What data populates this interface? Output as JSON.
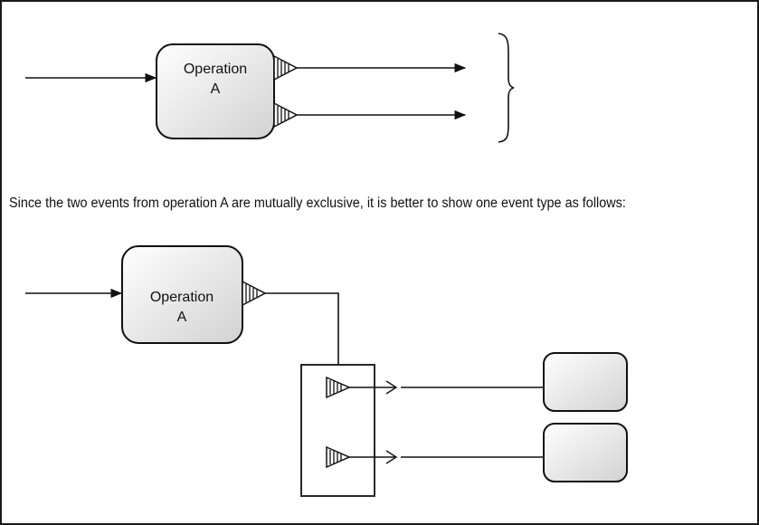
{
  "diagram": {
    "top": {
      "operation": {
        "line1": "Operation",
        "line2": "A"
      }
    },
    "caption": "Since the two events from operation A are mutually exclusive, it is better to show one event type as follows:",
    "bottom": {
      "operation": {
        "line1": "Operation",
        "line2": "A"
      }
    }
  }
}
